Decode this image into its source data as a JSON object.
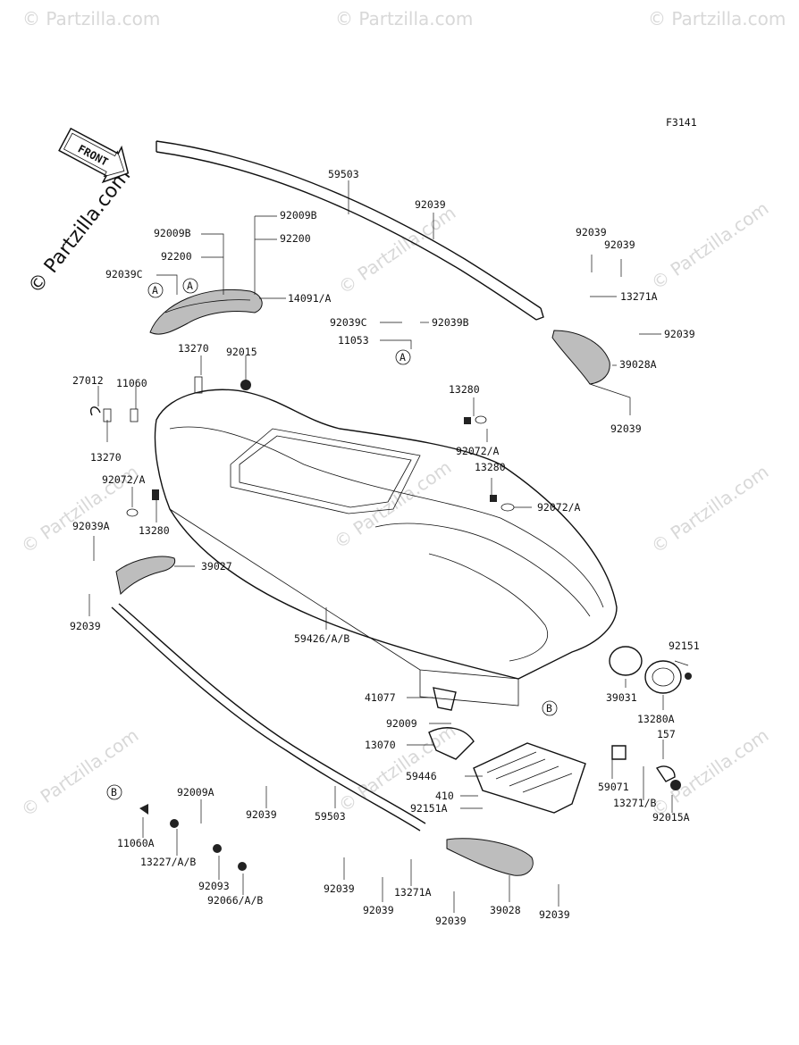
{
  "diagram_code": "F3141",
  "front_label": "FRONT",
  "copyright": "© Partzilla.com",
  "watermark": "© Partzilla.com",
  "callouts": {
    "A": "A",
    "B": "B"
  },
  "part_numbers": {
    "p59503_top": "59503",
    "p92039_a": "92039",
    "p92009B_l": "92009B",
    "p92009B_r": "92009B",
    "p92200_l": "92200",
    "p92200_r": "92200",
    "p92039C_l": "92039C",
    "p14091A": "14091/A",
    "p92039_b": "92039",
    "p92039_c": "92039",
    "p13271A_top": "13271A",
    "p92039C_m": "92039C",
    "p92039B_m": "92039B",
    "p11053": "11053",
    "p92039_d": "92039",
    "p39028A": "39028A",
    "p92039_e": "92039",
    "p13270_t": "13270",
    "p92015": "92015",
    "p27012": "27012",
    "p11060": "11060",
    "p13270_b": "13270",
    "p13280_t": "13280",
    "p92072A_t": "92072/A",
    "p13280_m": "13280",
    "p92072A_r": "92072/A",
    "p92072A_l": "92072/A",
    "p13280_l": "13280",
    "p92039A": "92039A",
    "p39027": "39027",
    "p92039_f": "92039",
    "p59426": "59426/A/B",
    "p92151": "92151",
    "p39031": "39031",
    "p13280A": "13280A",
    "p41077": "41077",
    "p92009": "92009",
    "p13070": "13070",
    "p59446": "59446",
    "p410": "410",
    "p92151A": "92151A",
    "p157": "157",
    "p59071": "59071",
    "p13271B": "13271/B",
    "p92015A": "92015A",
    "p92009A": "92009A",
    "p11060A": "11060A",
    "p13227": "13227/A/B",
    "p92093": "92093",
    "p92066": "92066/A/B",
    "p92039_g": "92039",
    "p59503_bot": "59503",
    "p92039_h": "92039",
    "p13271A_bot": "13271A",
    "p92039_i": "92039",
    "p92039_j": "92039",
    "p39028": "39028",
    "p92039_k": "92039"
  }
}
